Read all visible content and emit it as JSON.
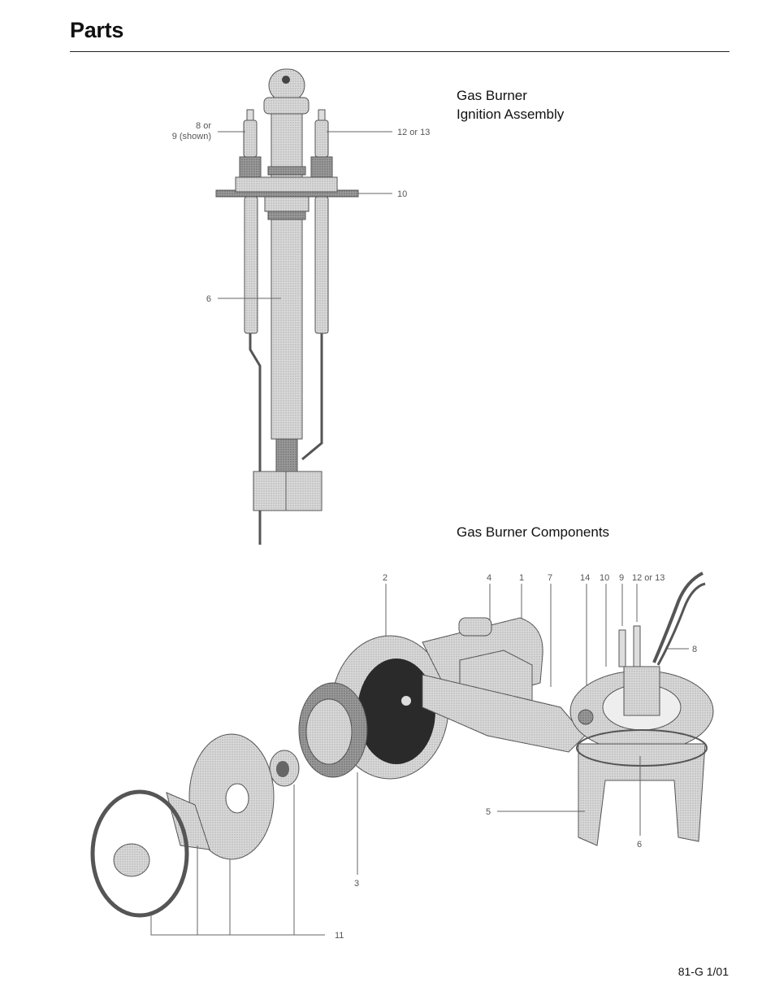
{
  "page": {
    "title": "Parts",
    "footer": "81-G  1/01"
  },
  "ignition_assembly": {
    "caption_line1": "Gas Burner",
    "caption_line2": "Ignition Assembly",
    "labels": {
      "left_rod_a": "8 or",
      "left_rod_b": "9 (shown)",
      "right_rod": "12 or 13",
      "flange": "10",
      "tube": "6"
    }
  },
  "burner_components": {
    "caption": "Gas Burner Components",
    "labels": {
      "l2": "2",
      "l4": "4",
      "l1": "1",
      "l7": "7",
      "l14": "14",
      "l10": "10",
      "l9": "9",
      "l12": "12 or 13",
      "l8": "8",
      "l5": "5",
      "l6": "6",
      "l3": "3",
      "l11": "11"
    }
  }
}
